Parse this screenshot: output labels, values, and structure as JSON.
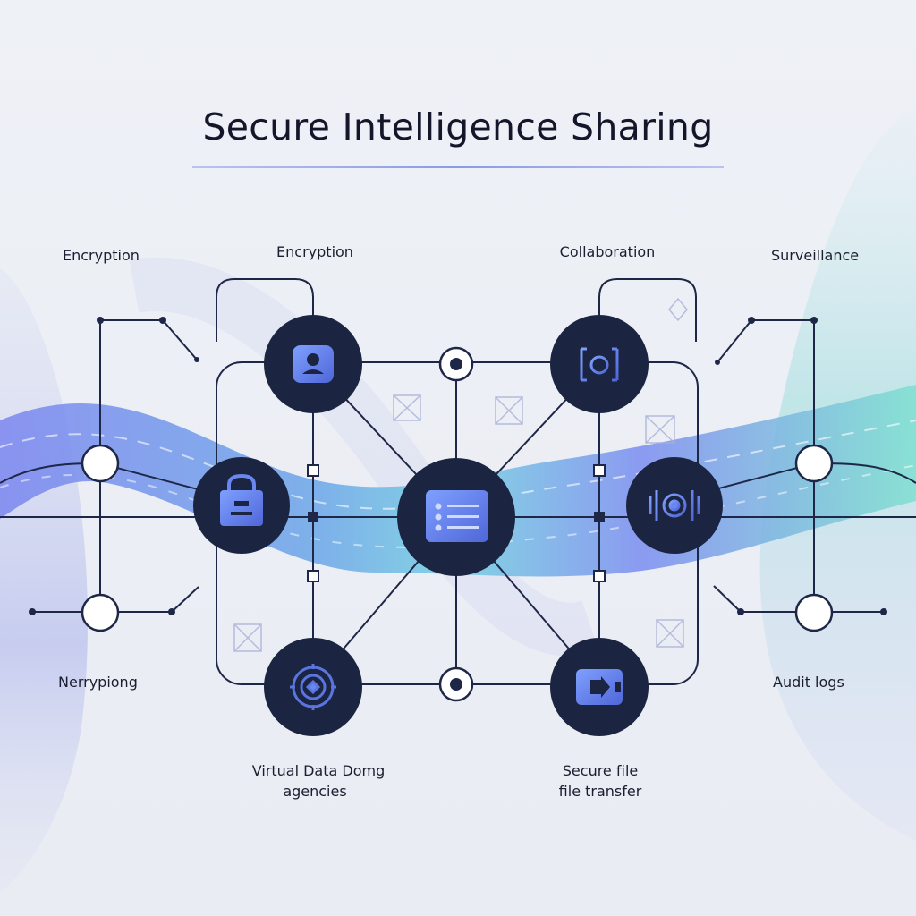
{
  "title": "Secure Intelligence Sharing",
  "labels": {
    "top_left_outer": "Encryption",
    "top_left_inner": "Encryption",
    "top_right_inner": "Collaboration",
    "top_right_outer": "Surveillance",
    "bottom_left_outer": "Nerrypiong",
    "bottom_right_outer": "Audit logs",
    "bottom_left_inner_line1": "Virtual Data Domg",
    "bottom_left_inner_line2": "agencies",
    "bottom_right_inner_line1": "Secure file",
    "bottom_right_inner_line2": "file transfer"
  },
  "nodes": [
    {
      "id": "user",
      "icon": "user-icon"
    },
    {
      "id": "camera",
      "icon": "camera-icon"
    },
    {
      "id": "lock",
      "icon": "lock-icon"
    },
    {
      "id": "document",
      "icon": "document-list-icon"
    },
    {
      "id": "eye",
      "icon": "eye-scanner-icon"
    },
    {
      "id": "target",
      "icon": "target-icon"
    },
    {
      "id": "file-transfer",
      "icon": "file-transfer-icon"
    }
  ],
  "colors": {
    "node_fill": "#1b2440",
    "line": "#1e2747",
    "wave_blue": "#6f7fe8",
    "wave_teal": "#6fd7d2",
    "icon_blue": "#6a86f0"
  }
}
